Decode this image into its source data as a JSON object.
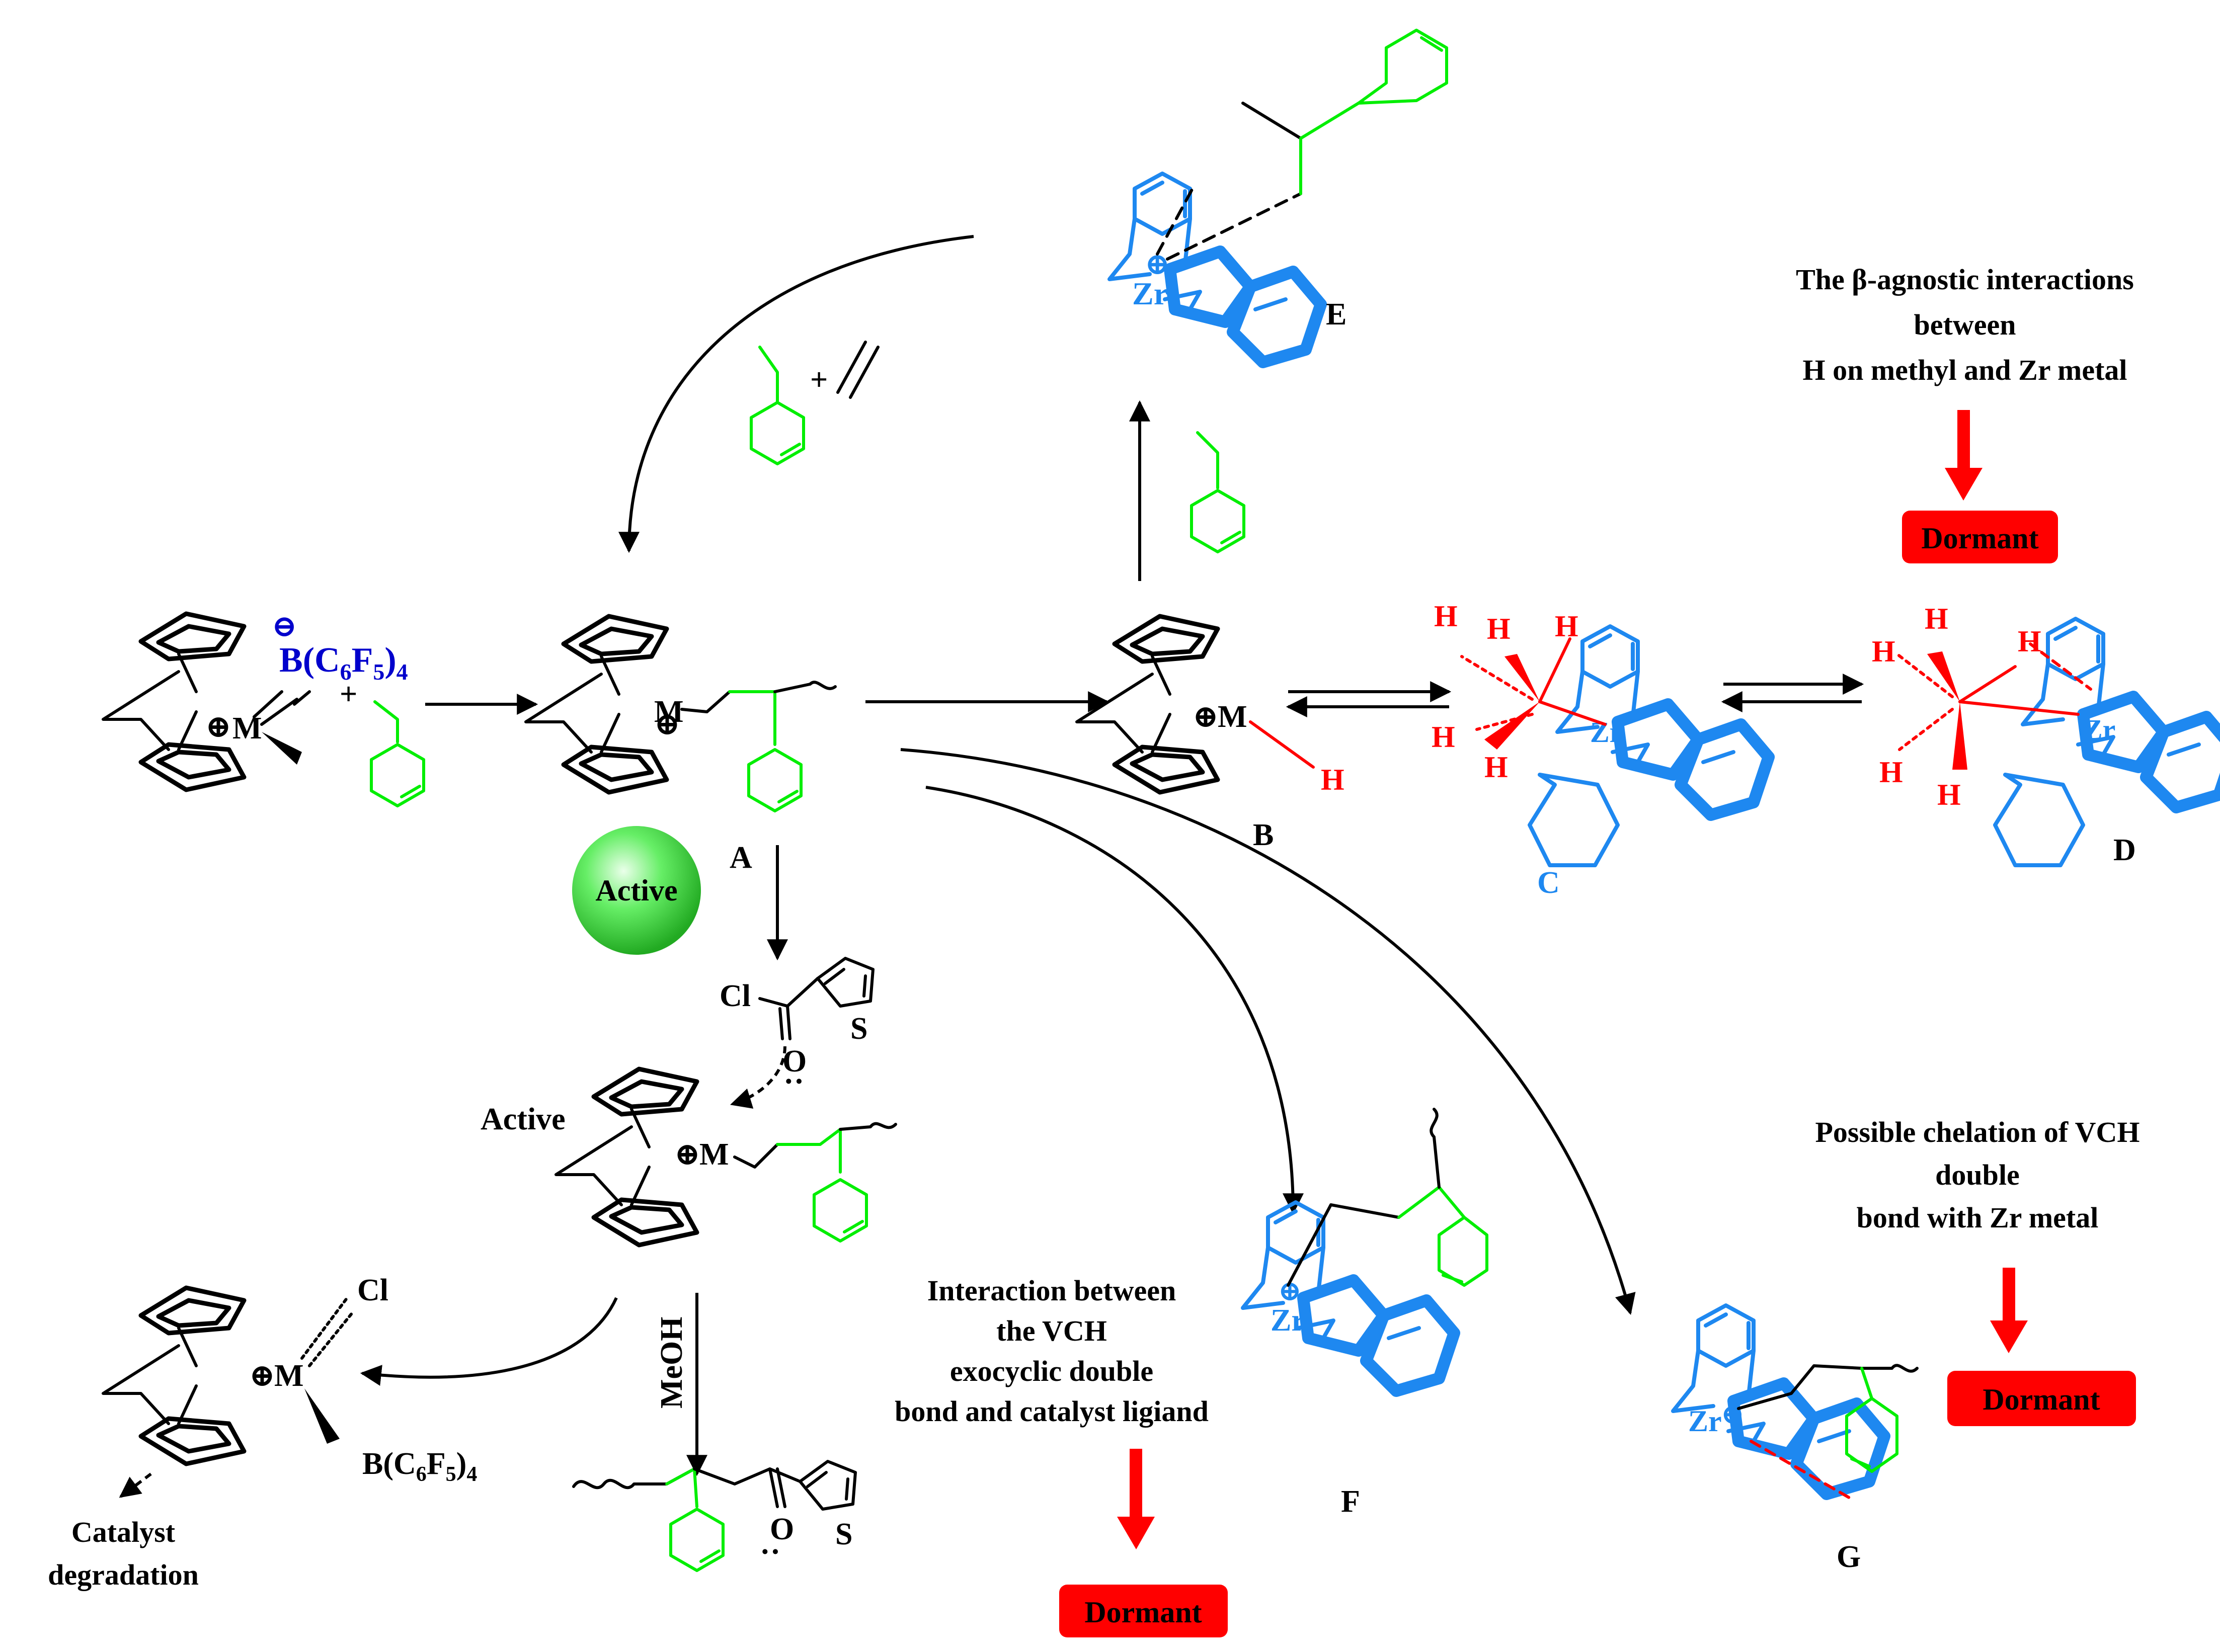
{
  "colors": {
    "catalyst": "#000000",
    "monomer": "#00ee00",
    "borate": "#0000cc",
    "zr_fragment": "#1e88f0",
    "hydride": "#ff0000",
    "dormant_box": "#ff0000",
    "active_sphere": "#33dd33"
  },
  "labels": {
    "A": "A",
    "B": "B",
    "C": "C",
    "D": "D",
    "E": "E",
    "F": "F",
    "G": "G",
    "M": "M",
    "H": "H",
    "Cl": "Cl",
    "S": "S",
    "O": "O",
    "Zr": "Zr",
    "plus": "+",
    "charge_plus": "⊕",
    "charge_minus": "⊖",
    "borate": "B(C6F5)4",
    "MeOH": "MeOH",
    "lone_pair": "··"
  },
  "badges": {
    "active_sphere": "Active",
    "active_text": "Active",
    "dormant": "Dormant"
  },
  "notes": {
    "beta_agostic": [
      "The β-agnostic interactions",
      "between",
      "H on methyl and Zr metal"
    ],
    "vch_interaction": [
      "Interaction between",
      "the VCH",
      "exocyclic double",
      "bond and  catalyst ligiand"
    ],
    "chelation": [
      "Possible chelation of  VCH",
      "double",
      "bond with Zr metal"
    ],
    "degradation": [
      "Catalyst",
      "degradation"
    ]
  }
}
